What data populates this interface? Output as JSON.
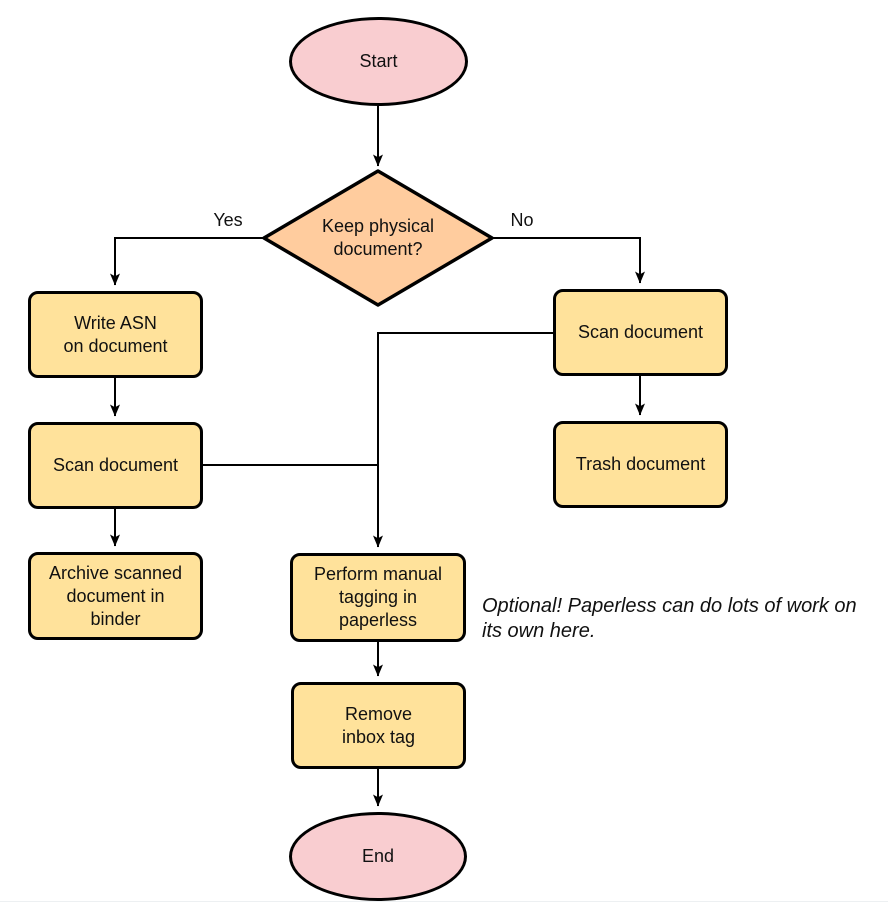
{
  "diagram": {
    "nodes": {
      "start": {
        "label": "Start",
        "type": "terminal"
      },
      "decision": {
        "label": "Keep physical\ndocument?",
        "type": "decision"
      },
      "write_asn": {
        "label": "Write ASN\non document",
        "type": "process"
      },
      "scan_left": {
        "label": "Scan document",
        "type": "process"
      },
      "archive": {
        "label": "Archive scanned\ndocument in\nbinder",
        "type": "process"
      },
      "scan_right": {
        "label": "Scan document",
        "type": "process"
      },
      "trash": {
        "label": "Trash document",
        "type": "process"
      },
      "tagging": {
        "label": "Perform manual\ntagging in\npaperless",
        "type": "process"
      },
      "remove_inbox": {
        "label": "Remove\ninbox tag",
        "type": "process"
      },
      "end": {
        "label": "End",
        "type": "terminal"
      }
    },
    "edge_labels": {
      "yes": "Yes",
      "no": "No"
    },
    "note": "Optional! Paperless can do lots of work on\nits own here."
  },
  "colors": {
    "terminal_fill": "#F9CDD0",
    "decision_fill": "#FFCC9E",
    "process_fill": "#FFE29B",
    "stroke": "#000000",
    "text": "#111111",
    "background": "#FFFFFF",
    "bottom_rule": "#EDF0F2"
  }
}
